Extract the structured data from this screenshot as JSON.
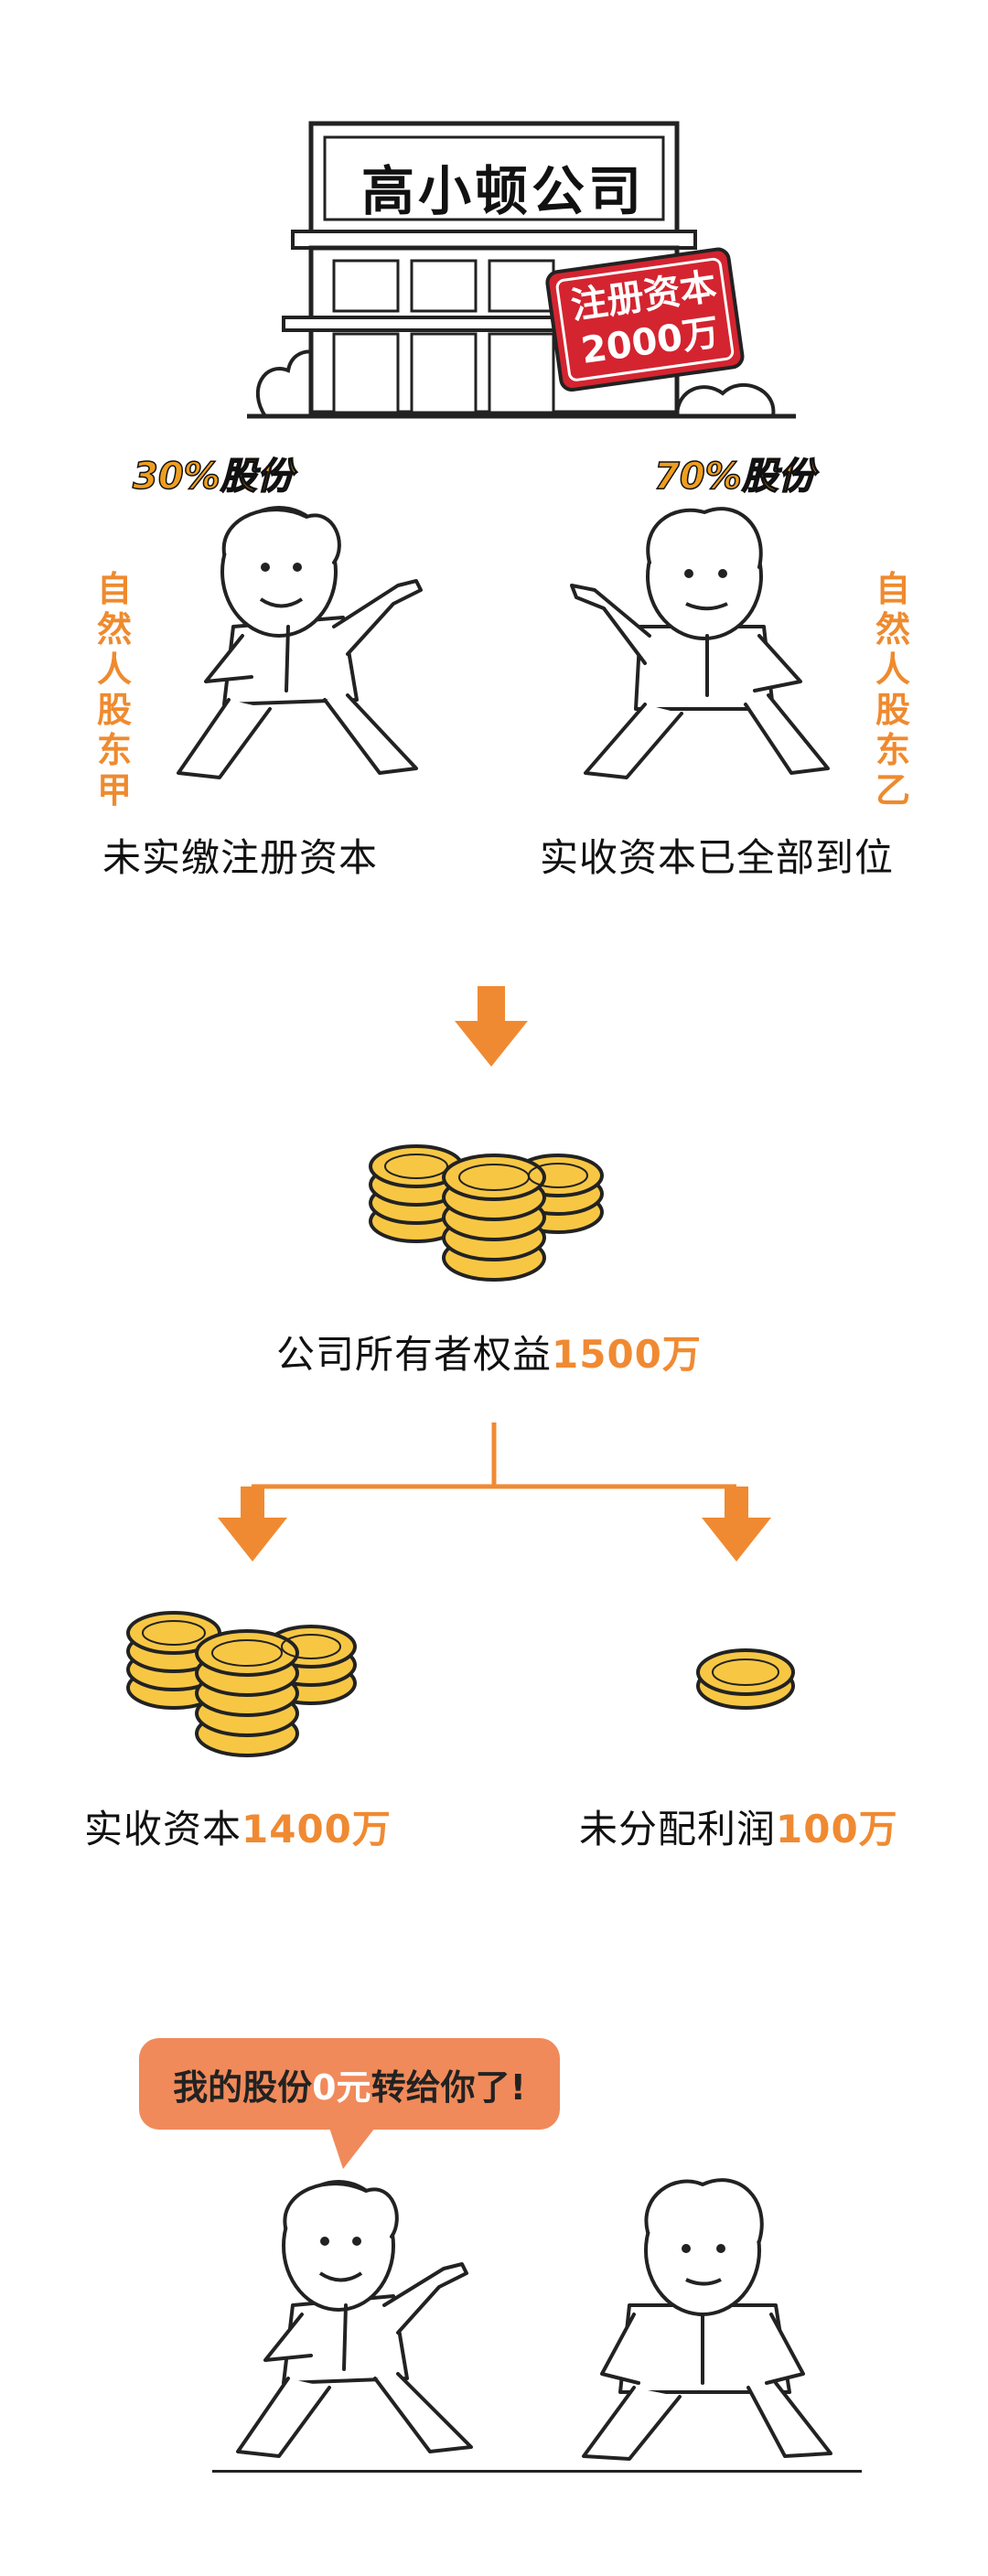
{
  "building": {
    "sign": "高小顿公司",
    "stamp_line1": "注册资本",
    "stamp_line2": "2000万"
  },
  "shareholder_a": {
    "share_label": "30%股份",
    "role": "自然人股东甲",
    "status": "未实缴注册资本"
  },
  "shareholder_b": {
    "share_label": "70%股份",
    "role": "自然人股东乙",
    "status": "实收资本已全部到位"
  },
  "equity": {
    "label": "公司所有者权益",
    "amount": "1500万"
  },
  "paid_capital": {
    "label": "实收资本",
    "amount": "1400万"
  },
  "retained_profit": {
    "label": "未分配利润",
    "amount": "100万"
  },
  "speech": {
    "prefix": "我的股份",
    "highlight": "0元",
    "suffix": "转给你了!"
  },
  "colors": {
    "accent": "#f08a32",
    "coin": "#f7c744",
    "stamp": "#d42430",
    "bubble": "#f08a5a"
  }
}
